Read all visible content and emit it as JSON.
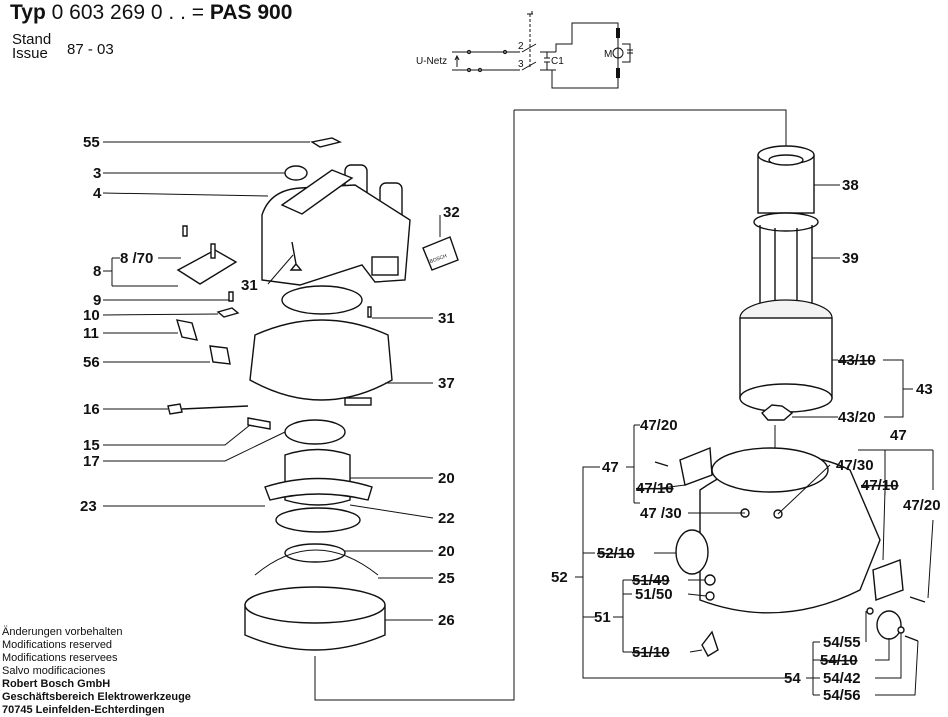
{
  "header": {
    "typ_label": "Typ",
    "typ_number_bold": "0 603 269",
    "typ_number_suffix": "0 . .  =",
    "model": "PAS 900",
    "stand_label": "Stand",
    "issue_label": "Issue",
    "issue_value": "87 - 03"
  },
  "circuit": {
    "supply_label": "U-Netz",
    "switch_pos_2": "2",
    "switch_pos_3": "3",
    "capacitor_label": "C1",
    "motor_label": "M"
  },
  "footer": {
    "lines": [
      "Änderungen vorbehalten",
      "Modifications reserved",
      "Modifications reservees",
      "Salvo modificaciones"
    ],
    "company": "Robert Bosch GmbH",
    "division": "Geschäftsbereich Elektrowerkzeuge",
    "address": "70745 Leinfelden-Echterdingen"
  },
  "parts": {
    "p55": "55",
    "p3": "3",
    "p4": "4",
    "p8": "8",
    "p8_70": "8 /70",
    "p9": "9",
    "p10": "10",
    "p11": "11",
    "p56": "56",
    "p16": "16",
    "p15": "15",
    "p17": "17",
    "p23": "23",
    "p31a": "31",
    "p31b": "31",
    "p32": "32",
    "p37": "37",
    "p20a": "20",
    "p22": "22",
    "p20b": "20",
    "p25": "25",
    "p26": "26",
    "p38": "38",
    "p39": "39",
    "p43": "43",
    "p43_10": "43/10",
    "p43_20": "43/20",
    "p47_left": "47",
    "p47_20_left": "47/20",
    "p47_10_left": "47/10",
    "p47_30_left": "47 /30",
    "p47_right": "47",
    "p47_30_right": "47/30",
    "p47_10_right": "47/10",
    "p47_20_right": "47/20",
    "p52": "52",
    "p52_10": "52/10",
    "p51": "51",
    "p51_49": "51/49",
    "p51_50": "51/50",
    "p51_10": "51/10",
    "p54": "54",
    "p54_55": "54/55",
    "p54_10": "54/10",
    "p54_42": "54/42",
    "p54_56": "54/56"
  },
  "decal_text": "BOSCH"
}
